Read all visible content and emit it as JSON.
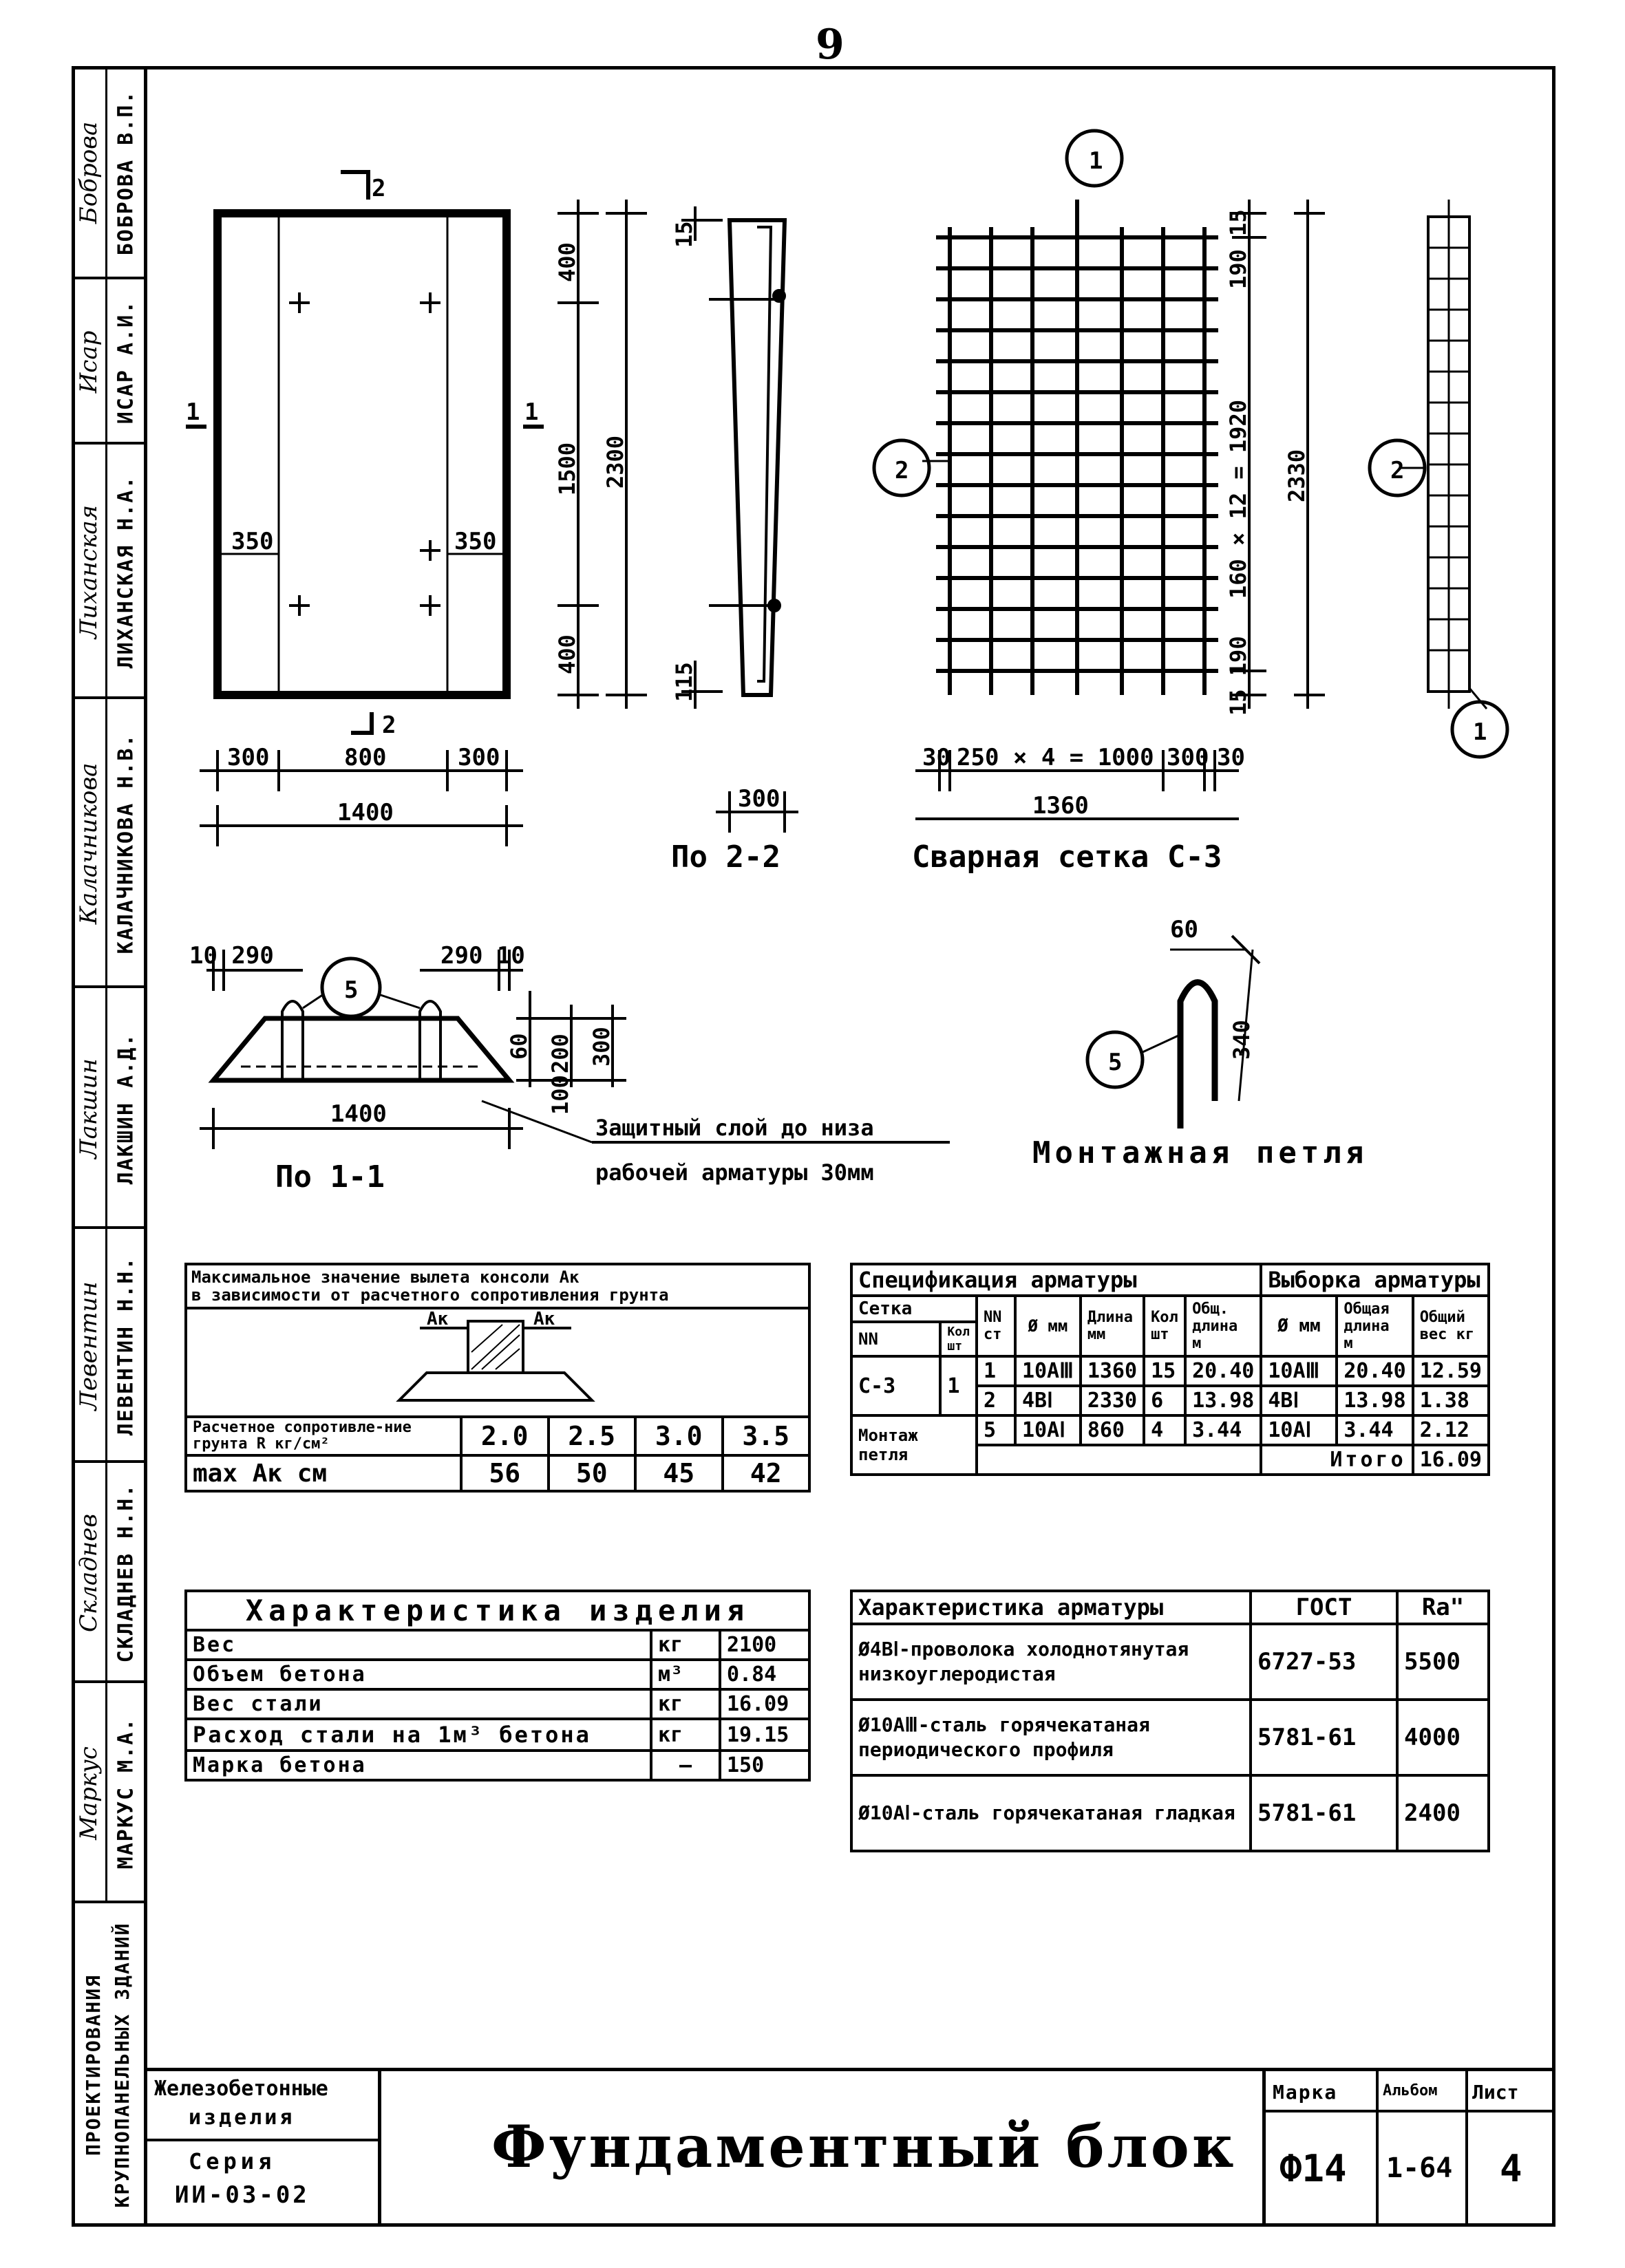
{
  "page_number": "9",
  "sidebar": {
    "roles": [
      {
        "name": "БОБРОВА В.П.",
        "signature": "Боброва"
      },
      {
        "name": "ИСАР А.И.",
        "signature": "Исар"
      },
      {
        "name": "ЛИХАНСКАЯ Н.А.",
        "signature": "Лиханская"
      },
      {
        "name": "КАЛАЧНИКОВА Н.В.",
        "signature": "Калачникова"
      },
      {
        "name": "ЛАКШИН А.Д.",
        "signature": "Лакшин"
      },
      {
        "name": "ЛЕВЕНТИН Н.Н.",
        "signature": "Левентин"
      },
      {
        "name": "СКЛАДНЕВ Н.Н.",
        "signature": "Складнев"
      },
      {
        "name": "МАРКУС М.А.",
        "signature": "Маркус"
      }
    ],
    "org": "ПРОЕКТИРОВАНИЯ КРУПНОПАНЕЛЬНЫХ ЗДАНИЙ",
    "org_short": "ПРОЕКТИРОВАНИЯ КРУПНОПАНЕЛЬНЫХ ЗДАНИЙ"
  },
  "plan": {
    "cut_top": "2",
    "cut_bottom": "2",
    "cut_left": "1",
    "cut_right": "1",
    "dim_350_left": "350",
    "dim_350_right": "350",
    "dim_400_top": "400",
    "dim_1500": "1500",
    "dim_400_bottom": "400",
    "dim_2300": "2300",
    "dim_300_left": "300",
    "dim_800": "800",
    "dim_300_right": "300",
    "dim_1400": "1400"
  },
  "section2": {
    "dim_15": "15",
    "dim_115": "115",
    "dim_300": "300",
    "label": "По 2-2"
  },
  "mesh": {
    "callout_1": "1",
    "callout_2": "2",
    "dim_190_15": "190 15",
    "dim_160x12": "160 × 12 = 1920",
    "dim_2330": "2330",
    "dim_15_190": "15 190",
    "dim_30_left": "30",
    "dim_250x4": "250 × 4 = 1000",
    "dim_300": "300",
    "dim_30_right": "30",
    "dim_1360": "1360",
    "label": "Сварная сетка С-3"
  },
  "side_mesh": {
    "callout_2": "2",
    "callout_1": "1"
  },
  "section1": {
    "dim_10_290": "10 290",
    "dim_290_10": "290 10",
    "callout_5": "5",
    "dim_60": "60",
    "dim_200": "200",
    "dim_100": "100",
    "dim_300": "300",
    "dim_1400": "1400",
    "label": "По 1-1",
    "note_1": "Защитный слой до низа",
    "note_2": "рабочей арматуры 30мм"
  },
  "loop": {
    "dim_60": "60",
    "dim_340": "340",
    "callout_5": "5",
    "label": "Монтажная петля"
  },
  "max_table": {
    "title_1": "Максимальное значение вылета консоли Ак",
    "title_2": "в зависимости от расчетного сопротивления грунта",
    "ak_left": "Ак",
    "ak_right": "Ак",
    "row1_label": "Расчетное сопротивле-ние грунта R кг/см²",
    "row1": [
      "2.0",
      "2.5",
      "3.0",
      "3.5"
    ],
    "row2_label": "max Ак см",
    "row2": [
      "56",
      "50",
      "45",
      "42"
    ]
  },
  "spec_table": {
    "header_spec": "Спецификация арматуры",
    "header_sel": "Выборка арматуры",
    "h_setka": "Сетка",
    "h_nn": "NN",
    "h_kolsht": "Кол шт",
    "h_nn_st": "NN ст",
    "h_diam": "Ø мм",
    "h_len": "Длина мм",
    "h_kol": "Кол шт",
    "h_total_len": "Общ. длина м",
    "h_diam2": "Ø мм",
    "h_total_len2": "Общая длина м",
    "h_weight": "Общий вес кг",
    "rows": [
      {
        "setka": "С-3",
        "kol": "1",
        "nn": "1",
        "d": "10АⅢ",
        "len": "1360",
        "k": "15",
        "tl": "20.40",
        "d2": "10АⅢ",
        "tl2": "20.40",
        "w": "12.59"
      },
      {
        "setka": "",
        "kol": "",
        "nn": "2",
        "d": "4ВⅠ",
        "len": "2330",
        "k": "6",
        "tl": "13.98",
        "d2": "4ВⅠ",
        "tl2": "13.98",
        "w": "1.38"
      },
      {
        "setka": "Монтаж петля",
        "kol": "",
        "nn": "5",
        "d": "10АⅠ",
        "len": "860",
        "k": "4",
        "tl": "3.44",
        "d2": "10АⅠ",
        "tl2": "3.44",
        "w": "2.12"
      }
    ],
    "total_label": "Итого",
    "total": "16.09"
  },
  "char_table": {
    "title": "Характеристика изделия",
    "rows": [
      {
        "label": "Вес",
        "unit": "кг",
        "value": "2100"
      },
      {
        "label": "Объем бетона",
        "unit": "м³",
        "value": "0.84"
      },
      {
        "label": "Вес стали",
        "unit": "кг",
        "value": "16.09"
      },
      {
        "label": "Расход стали на 1м³ бетона",
        "unit": "кг",
        "value": "19.15"
      },
      {
        "label": "Марка бетона",
        "unit": "—",
        "value": "150"
      }
    ]
  },
  "arm_table": {
    "h1": "Характеристика арматуры",
    "h2": "ГОСТ",
    "h3": "Rа\"",
    "rows": [
      {
        "desc": "Ø4ВⅠ-проволока холоднотянутая низкоуглеродистая",
        "gost": "6727-53",
        "ra": "5500"
      },
      {
        "desc": "Ø10АⅢ-сталь горячекатаная периодического профиля",
        "gost": "5781-61",
        "ra": "4000"
      },
      {
        "desc": "Ø10АⅠ-сталь горячекатаная гладкая",
        "gost": "5781-61",
        "ra": "2400"
      }
    ]
  },
  "stamp": {
    "series_1": "Железобетонные",
    "series_2": "изделия",
    "series_3": "Серия",
    "series_4": "ИИ-03-02",
    "title": "Фундаментный блок",
    "h_marka": "Марка",
    "h_album": "Альбом",
    "h_list": "Лист",
    "marka": "Ф14",
    "album": "1-64",
    "list": "4"
  }
}
